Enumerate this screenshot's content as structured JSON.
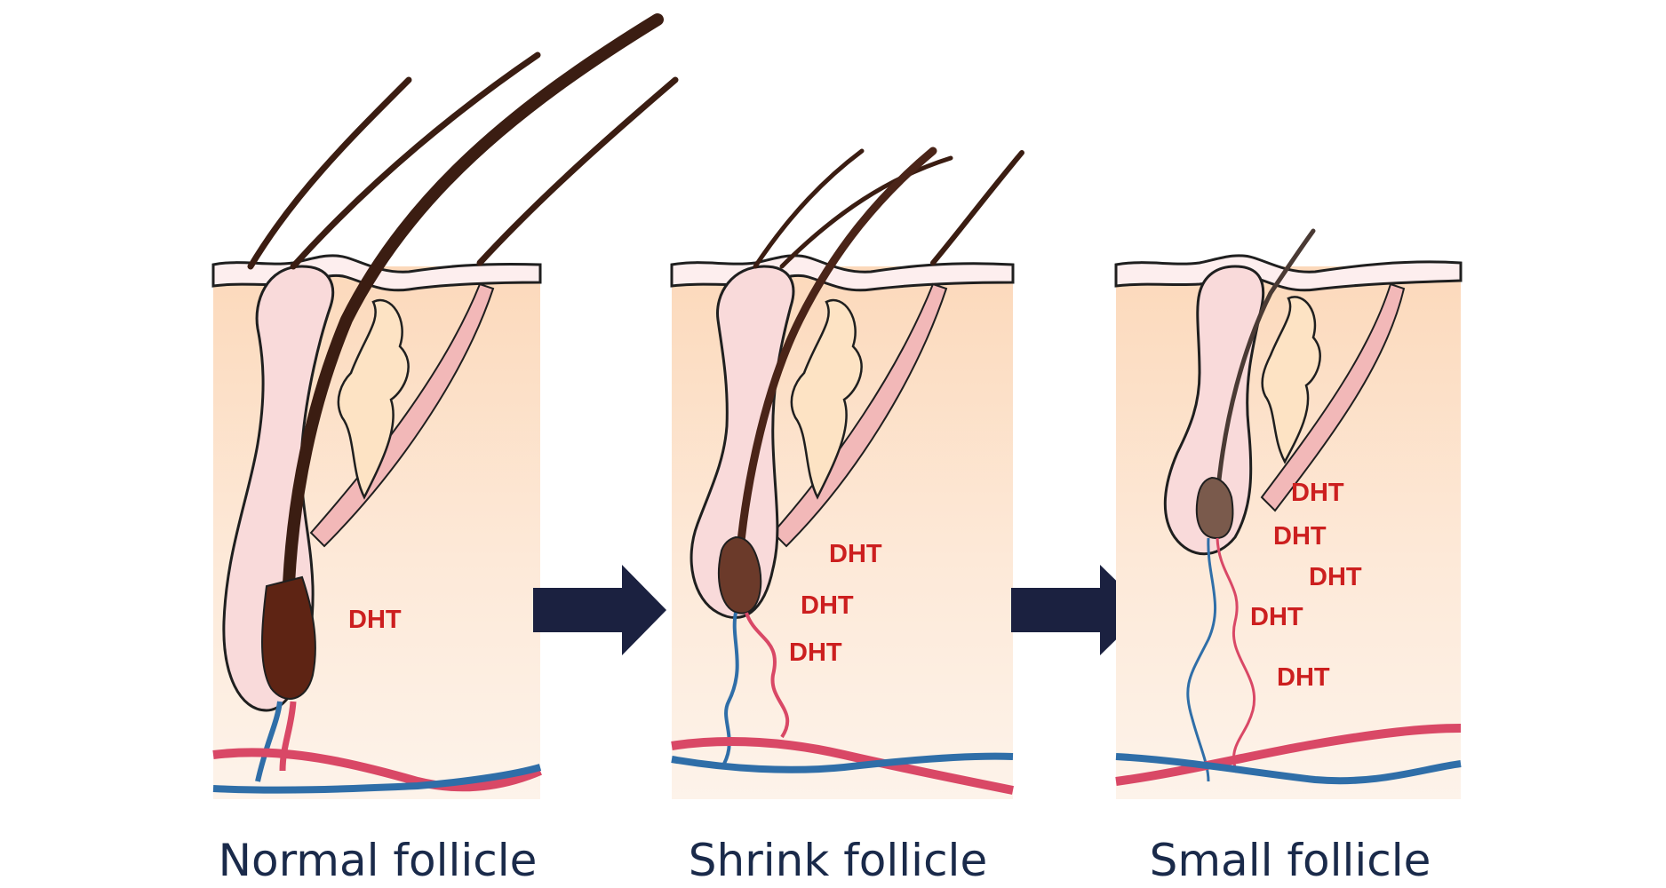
{
  "colors": {
    "skin_top": "#fde6d2",
    "skin_bottom": "#fbf0e6",
    "surface": "#fdecea",
    "sheath": "#f7d2d2",
    "muscle": "#f2b8b8",
    "gland": "#ffe0bf",
    "hair_normal": "#3b1d12",
    "bulb_normal": "#5e2414",
    "bulb_shrink": "#6b3a2a",
    "bulb_small": "#7a5a4c",
    "artery": "#d94866",
    "vein": "#2f6ea8",
    "dht": "#cc1f1f",
    "arrow": "#1b2140",
    "outline": "#1f1f1f"
  },
  "marker": "DHT",
  "panels": [
    {
      "caption": "Normal follicle",
      "dht_count": 1
    },
    {
      "caption": "Shrink follicle",
      "dht_count": 3
    },
    {
      "caption": "Small follicle",
      "dht_count": 5
    }
  ],
  "arrows": [
    {
      "from": "Normal follicle",
      "to": "Shrink follicle"
    },
    {
      "from": "Shrink follicle",
      "to": "Small follicle"
    }
  ]
}
